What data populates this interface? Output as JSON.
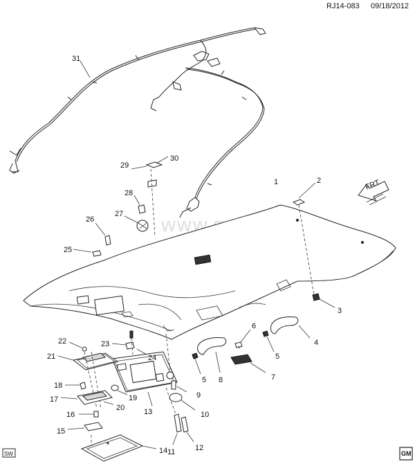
{
  "header": {
    "code": "RJ14-083",
    "date": "09/18/2012"
  },
  "watermark": "www.gmsklad.ru",
  "direction_label": "FRT",
  "footer": {
    "left_badge": "SW",
    "logo_text": "GM"
  },
  "callouts": [
    "1",
    "2",
    "3",
    "4",
    "5",
    "5",
    "6",
    "7",
    "8",
    "9",
    "10",
    "11",
    "12",
    "13",
    "14",
    "15",
    "16",
    "17",
    "18",
    "19",
    "20",
    "21",
    "22",
    "23",
    "24",
    "25",
    "26",
    "27",
    "28",
    "29",
    "30",
    "31"
  ]
}
